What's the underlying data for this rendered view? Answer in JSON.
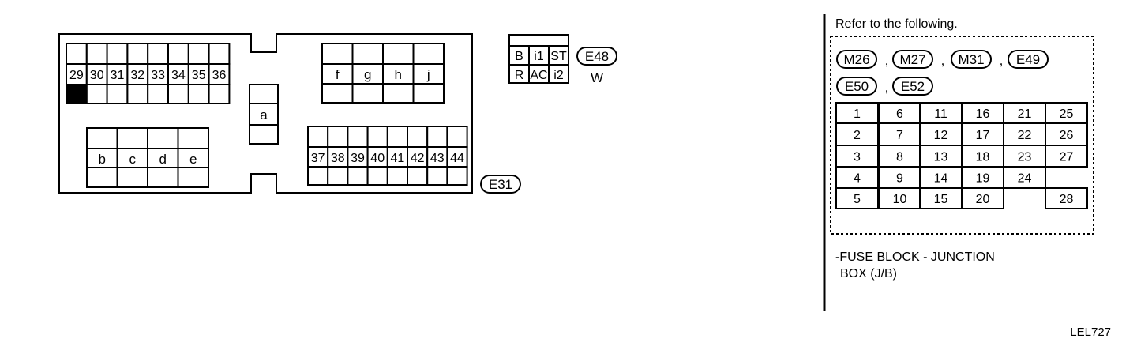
{
  "fuse_block": {
    "top_left_numbers": [
      "29",
      "30",
      "31",
      "32",
      "33",
      "34",
      "35",
      "36"
    ],
    "center_label": "a",
    "bottom_left_letters": [
      "b",
      "c",
      "d",
      "e"
    ],
    "top_right_letters": [
      "f",
      "g",
      "h",
      "j"
    ],
    "bottom_right_numbers": [
      "37",
      "38",
      "39",
      "40",
      "41",
      "42",
      "43",
      "44"
    ],
    "connector_label": "E31"
  },
  "side_connector": {
    "top_row": [
      "B",
      "i1",
      "ST"
    ],
    "bottom_row": [
      "R",
      "AC",
      "i2"
    ],
    "connector_label": "E48",
    "color_code": "W"
  },
  "legend": {
    "refer_text": "Refer to the following.",
    "connectors_row1": [
      "M26",
      "M27",
      "M31",
      "E49"
    ],
    "connectors_row2": [
      "E50",
      "E52"
    ],
    "separator": ",",
    "grid_rows": [
      [
        "1",
        "6",
        "11",
        "16",
        "21",
        "25"
      ],
      [
        "2",
        "7",
        "12",
        "17",
        "22",
        "26"
      ],
      [
        "3",
        "8",
        "13",
        "18",
        "23",
        "27"
      ],
      [
        "4",
        "9",
        "14",
        "19",
        "24",
        ""
      ],
      [
        "5",
        "10",
        "15",
        "20",
        "",
        "28"
      ]
    ],
    "caption_line1": "-FUSE BLOCK - JUNCTION",
    "caption_line2": "BOX (J/B)"
  },
  "figure_code": "LEL727"
}
